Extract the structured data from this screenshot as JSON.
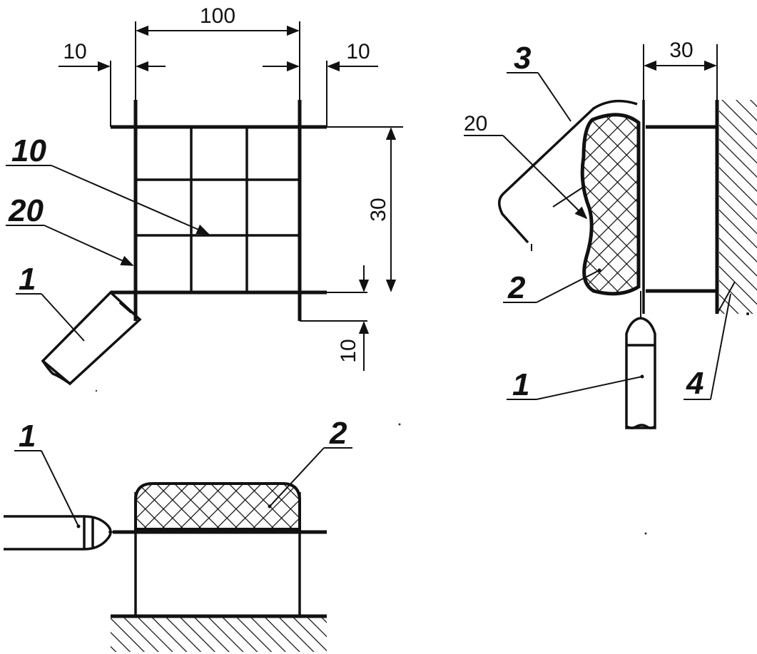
{
  "top_view": {
    "dim_width": "100",
    "dim_left_offset": "10",
    "dim_right_offset": "10",
    "dim_height": "30",
    "dim_bottom_offset": "10",
    "callout_inner_grid": "10",
    "callout_frame": "20",
    "callout_tool": "1"
  },
  "side_view": {
    "dim_gap": "30",
    "dim_rod": "20",
    "callout_bent_rod": "3",
    "callout_mesh": "2",
    "callout_tool": "1",
    "callout_wall": "4"
  },
  "front_view": {
    "callout_tool": "1",
    "callout_mesh": "2"
  }
}
